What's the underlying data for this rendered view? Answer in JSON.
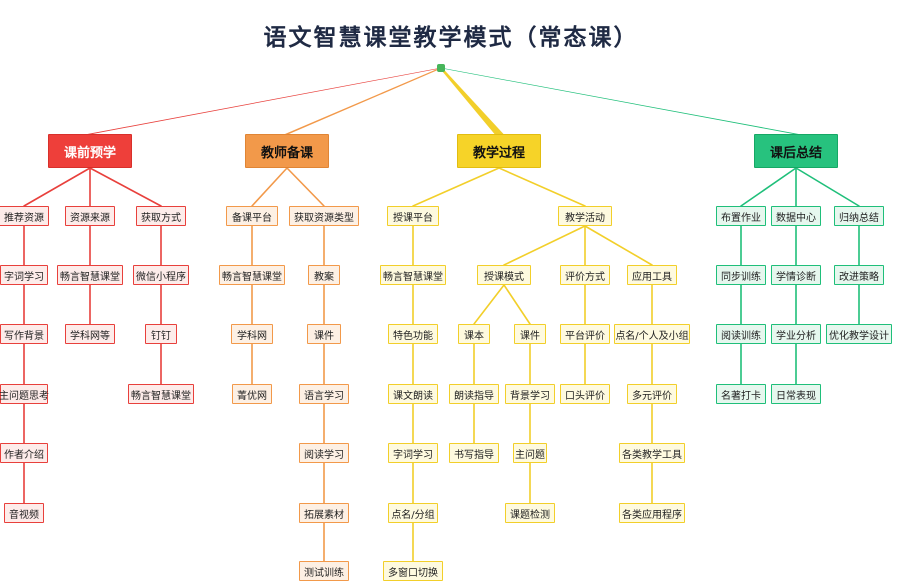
{
  "title": "语文智慧课堂教学模式（常态课）",
  "colors": {
    "red": "#e8403c",
    "orange": "#f2994a",
    "yellow": "#f2cf2a",
    "green": "#1fbf7a"
  },
  "branches": {
    "prep": {
      "label": "课前预学",
      "children": [
        {
          "label": "推荐资源",
          "chain": [
            "字词学习",
            "写作背景",
            "主问题思考",
            "作者介绍",
            "音视频"
          ]
        },
        {
          "label": "资源来源",
          "chain": [
            "畅言智慧课堂",
            "学科网等"
          ]
        },
        {
          "label": "获取方式",
          "chain": [
            "微信小程序",
            "钉钉",
            "畅言智慧课堂"
          ]
        }
      ]
    },
    "teacher": {
      "label": "教师备课",
      "children": [
        {
          "label": "备课平台",
          "chain": [
            "畅言智慧课堂",
            "学科网",
            "菁优网"
          ]
        },
        {
          "label": "获取资源类型",
          "chain": [
            "教案",
            "课件",
            "语言学习",
            "阅读学习",
            "拓展素材",
            "测试训练"
          ]
        }
      ]
    },
    "process": {
      "label": "教学过程",
      "children": [
        {
          "label": "授课平台",
          "chain": [
            "畅言智慧课堂",
            "特色功能",
            "课文朗读",
            "字词学习",
            "点名/分组",
            "多窗口切换"
          ]
        },
        {
          "label": "教学活动"
        }
      ],
      "activity_children": [
        {
          "label": "授课模式"
        },
        {
          "label": "评价方式",
          "chain": [
            "平台评价",
            "口头评价"
          ]
        },
        {
          "label": "应用工具",
          "chain": [
            "点名/个人及小组",
            "多元评价",
            "各类教学工具",
            "各类应用程序"
          ]
        }
      ],
      "mode_children": [
        {
          "label": "课本",
          "chain": [
            "朗读指导",
            "书写指导"
          ]
        },
        {
          "label": "课件",
          "chain": [
            "背景学习",
            "主问题",
            "课题检测"
          ]
        }
      ]
    },
    "summary": {
      "label": "课后总结",
      "children": [
        {
          "label": "布置作业",
          "chain": [
            "同步训练",
            "阅读训练",
            "名著打卡"
          ]
        },
        {
          "label": "数据中心",
          "chain": [
            "学情诊断",
            "学业分析",
            "日常表现"
          ]
        },
        {
          "label": "归纳总结",
          "chain": [
            "改进策略",
            "优化教学设计"
          ]
        }
      ]
    }
  }
}
